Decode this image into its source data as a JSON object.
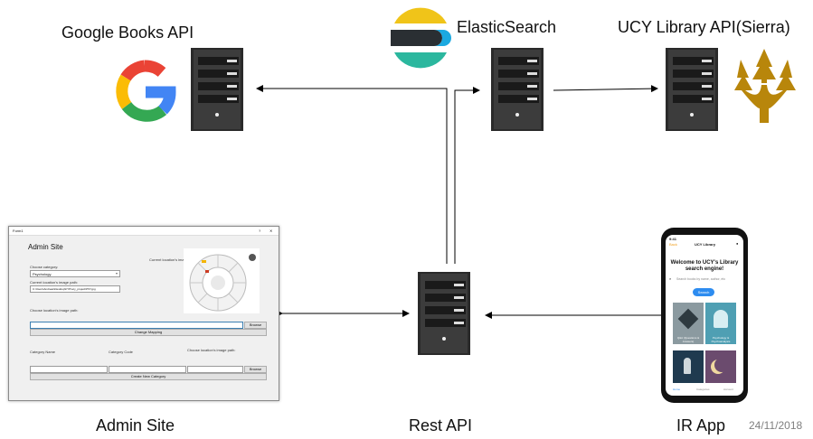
{
  "nodes": {
    "google": {
      "label": "Google Books API"
    },
    "elastic": {
      "label": "ElasticSearch"
    },
    "ucy": {
      "label": "UCY Library API(Sierra)"
    },
    "admin": {
      "label": "Admin Site"
    },
    "rest": {
      "label": "Rest API"
    },
    "irapp": {
      "label": "IR App"
    }
  },
  "date": "24/11/2018",
  "admin_window": {
    "title": "Form1",
    "heading": "Admin Site",
    "choose_category_label": "Choose category:",
    "category_value": "Psychology",
    "current_image_label": "Current location's image:",
    "image_path_label": "Current location's image path:",
    "image_path_value": "C:\\Users\\Andreas\\Desktop\\FYP\\ucy_project\\PSY.jpg",
    "choose_image_label": "Choose location's image path:",
    "browse_label": "Browse Image",
    "change_mapping_label": "Change Mapping",
    "category_name_label": "Category Name",
    "category_code_label": "Category Code",
    "choose_image_path_label": "Choose location's image path:",
    "create_category_label": "Create New Category"
  },
  "phone": {
    "time": "9:41",
    "back_label": "Back",
    "nav_title": "UCY Library",
    "welcome": "Welcome to UCY's Library search engine!",
    "search_placeholder": "Search books by name, author, etc",
    "search_button": "Search",
    "tiles": [
      {
        "caption": "Q&A (Questions & Answers)",
        "color": "#8b9aa0"
      },
      {
        "caption": "Psychology & Psychoanalysis",
        "color": "#4f9fb3"
      },
      {
        "caption": "",
        "color": "#1f3a4f"
      },
      {
        "caption": "",
        "color": "#6b4b6e"
      }
    ],
    "tabs": [
      "Home",
      "Categories",
      "Account"
    ]
  }
}
